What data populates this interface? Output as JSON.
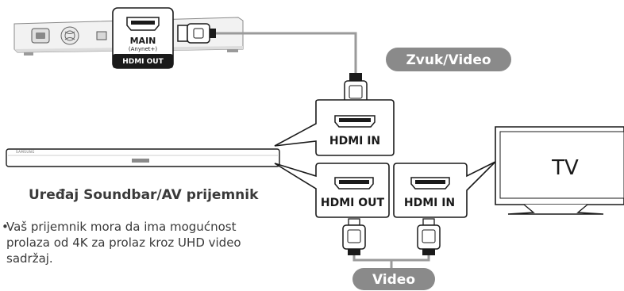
{
  "labels": {
    "audio_video": "Zvuk/Video",
    "video": "Video",
    "hdmi_in_top": "HDMI IN",
    "hdmi_out": "HDMI OUT",
    "hdmi_in_bottom": "HDMI IN",
    "tv": "TV",
    "main": "MAIN",
    "anynet": "(Anynet+)",
    "player_hdmi_out": "HDMI OUT",
    "samsung_logo": "SAMSUNG"
  },
  "device": {
    "title": "Uređaj Soundbar/AV prijemnik",
    "note": "Vaš prijemnik mora da ima mogućnost prolaza od 4K za prolaz kroz UHD video sadržaj."
  },
  "colors": {
    "pill": "#8a8a8a",
    "cable": "#9a9a9a",
    "outline": "#2a2a2a"
  }
}
